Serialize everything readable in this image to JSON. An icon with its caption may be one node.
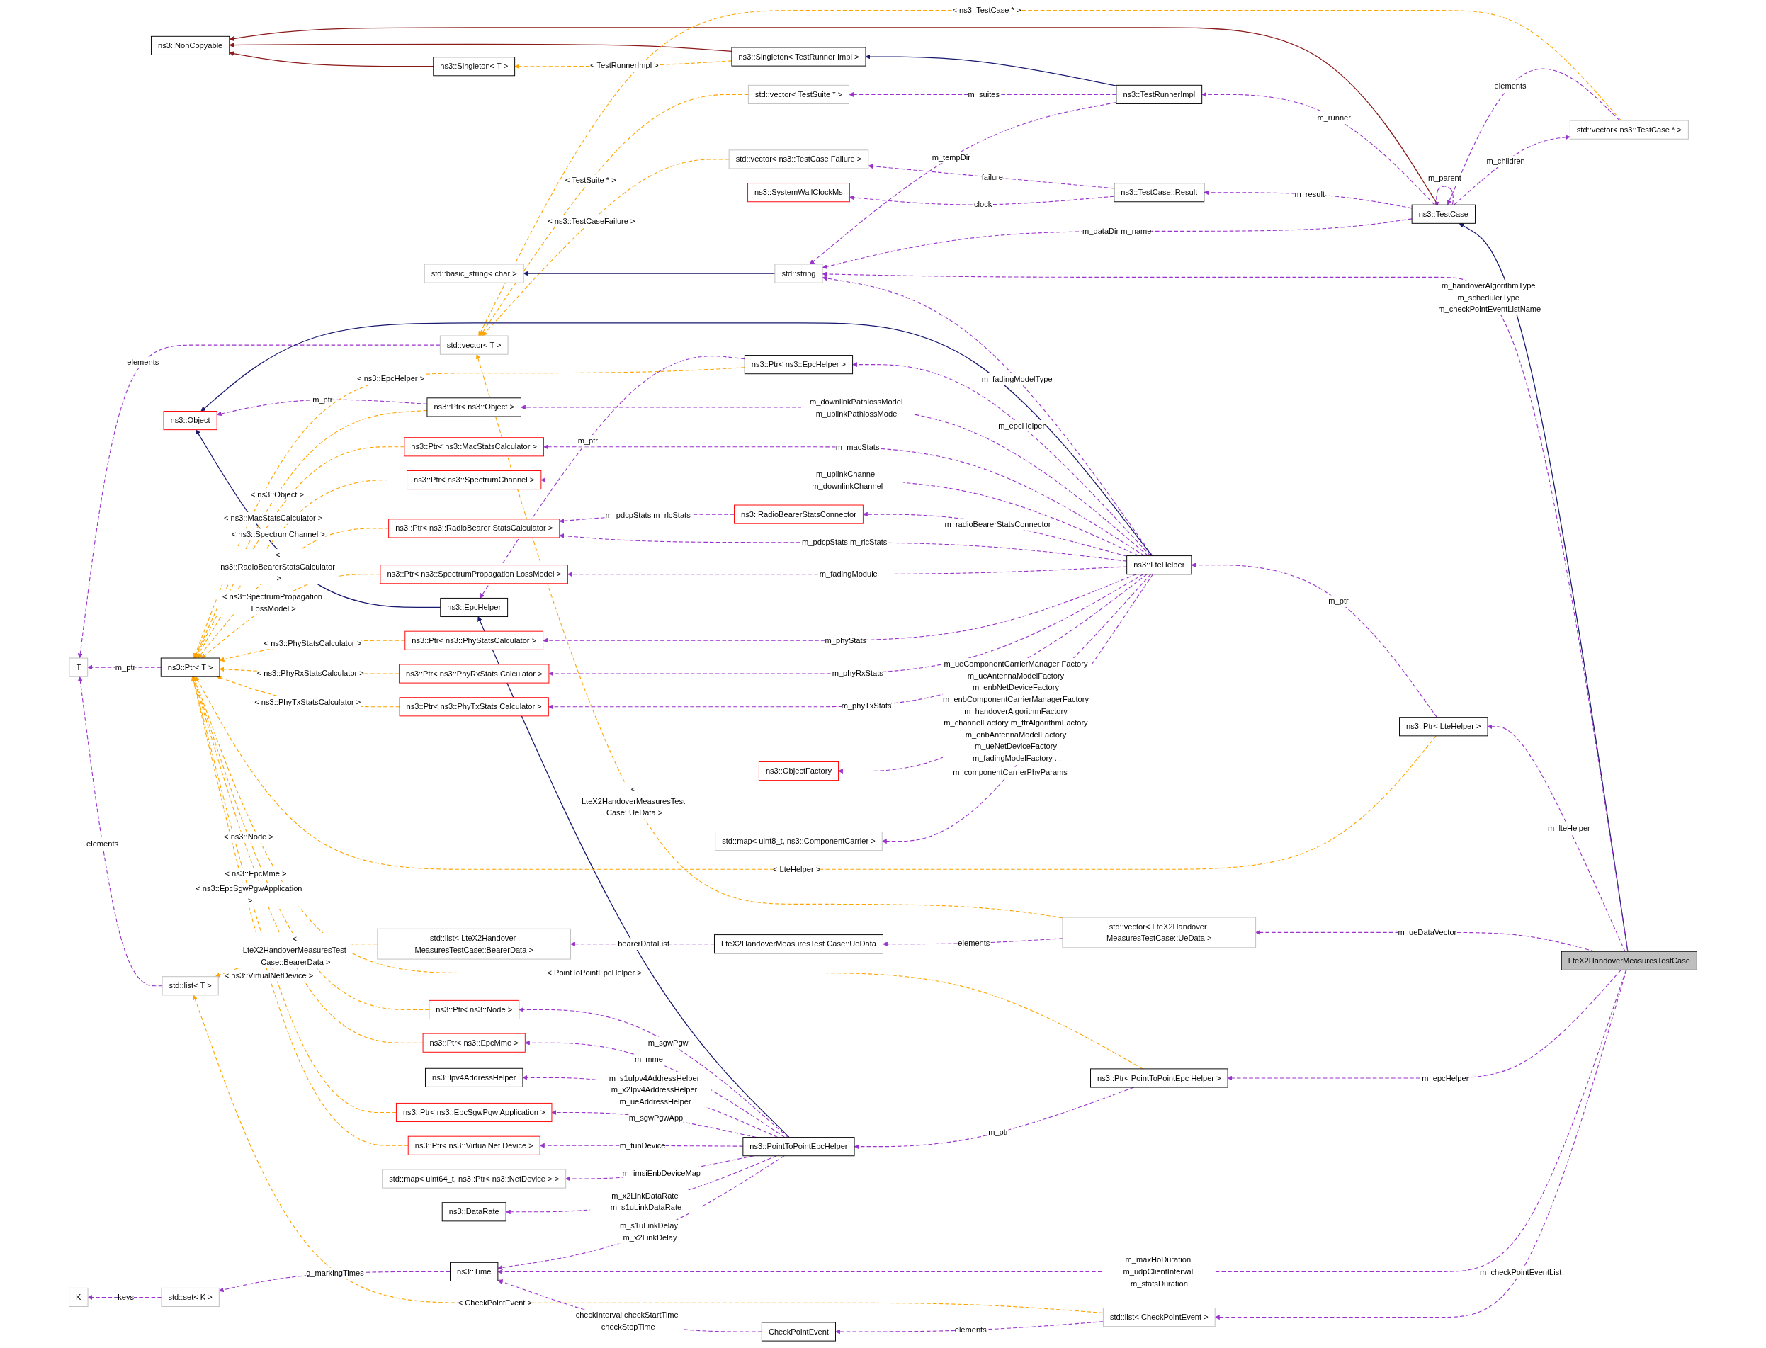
{
  "diagram": {
    "nodes": [
      {
        "text": [
          "ns3::NonCopyable"
        ]
      },
      {
        "text": [
          "ns3::Singleton< T >"
        ]
      },
      {
        "text": [
          "ns3::Singleton< TestRunner Impl >"
        ]
      },
      {
        "text": [
          "std::vector< ns3::TestCase * >"
        ]
      },
      {
        "text": [
          "std::vector< TestSuite * >"
        ]
      },
      {
        "text": [
          "ns3::TestRunnerImpl"
        ]
      },
      {
        "text": [
          "ns3::TestCase"
        ]
      },
      {
        "text": [
          "std::vector< T >"
        ]
      },
      {
        "text": [
          "std::vector< ns3::TestCase Failure >"
        ]
      },
      {
        "text": [
          "ns3::TestCase::Result"
        ]
      },
      {
        "text": [
          "ns3::SystemWallClockMs"
        ]
      },
      {
        "text": [
          "std::basic_string< char >"
        ]
      },
      {
        "text": [
          "std::string"
        ]
      },
      {
        "text": [
          "ns3::Object"
        ]
      },
      {
        "text": [
          "ns3::EpcHelper"
        ]
      },
      {
        "text": [
          "ns3::Ptr< ns3::EpcHelper >"
        ]
      },
      {
        "text": [
          "ns3::Ptr< ns3::Object >"
        ]
      },
      {
        "text": [
          "ns3::Ptr< ns3::MacStatsCalculator >"
        ]
      },
      {
        "text": [
          "ns3::Ptr< ns3::SpectrumChannel >"
        ]
      },
      {
        "text": [
          "ns3::RadioBearerStatsConnector"
        ]
      },
      {
        "text": [
          "ns3::Ptr< ns3::RadioBearer StatsCalculator >"
        ]
      },
      {
        "text": [
          "ns3::LteHelper"
        ]
      },
      {
        "text": [
          "ns3::Ptr< LteHelper >"
        ]
      },
      {
        "text": [
          "T"
        ]
      },
      {
        "text": [
          "ns3::Ptr< T >"
        ]
      },
      {
        "text": [
          "ns3::Ptr< ns3::SpectrumPropagation LossModel >"
        ]
      },
      {
        "text": [
          "ns3::Ptr< ns3::PhyStatsCalculator >"
        ]
      },
      {
        "text": [
          "ns3::Ptr< ns3::PhyRxStats Calculator >"
        ]
      },
      {
        "text": [
          "ns3::Ptr< ns3::PhyTxStats Calculator >"
        ]
      },
      {
        "text": [
          "ns3::Ptr< ns3::Node >"
        ]
      },
      {
        "text": [
          "ns3::ObjectFactory"
        ]
      },
      {
        "text": [
          "ns3::Ptr< ns3::EpcMme >"
        ]
      },
      {
        "text": [
          "std::list< LteX2Handover MeasuresTestCase::BearerData >"
        ]
      },
      {
        "text": [
          "std::map< uint8_t, ns3::ComponentCarrier >"
        ]
      },
      {
        "text": [
          "std::list< T >"
        ]
      },
      {
        "text": [
          "ns3::Ipv4AddressHelper"
        ]
      },
      {
        "text": [
          "ns3::Ptr< ns3::EpcSgwPgw Application >"
        ]
      },
      {
        "text": [
          "std::vector< LteX2Handover MeasuresTestCase::UeData >"
        ]
      },
      {
        "text": [
          "LteX2HandoverMeasuresTestCase"
        ]
      },
      {
        "text": [
          "LteX2HandoverMeasuresTest Case::UeData"
        ]
      },
      {
        "text": [
          "ns3::Ptr< ns3::VirtualNet Device >"
        ]
      },
      {
        "text": [
          "std::map< uint64_t, ns3::Ptr< ns3::NetDevice > >"
        ]
      },
      {
        "text": [
          "ns3::PointToPointEpcHelper"
        ]
      },
      {
        "text": [
          "ns3::Ptr< PointToPointEpc Helper >"
        ]
      },
      {
        "text": [
          "ns3::DataRate"
        ]
      },
      {
        "text": [
          "K"
        ]
      },
      {
        "text": [
          "std::set< K >"
        ]
      },
      {
        "text": [
          "ns3::Time"
        ]
      },
      {
        "text": [
          "CheckPointEvent"
        ]
      },
      {
        "text": [
          "std::list< CheckPointEvent >"
        ]
      }
    ],
    "edges": [
      {
        "from": 1,
        "to": 0,
        "arrow": "to",
        "color": "#8b1a1a"
      },
      {
        "from": 2,
        "to": 0,
        "arrow": "to",
        "color": "#8b1a1a"
      },
      {
        "from": 6,
        "to": 0,
        "arrow": "to",
        "color": "#8b1a1a"
      },
      {
        "from": 2,
        "to": 1,
        "label": "< TestRunnerImpl >",
        "arrow": "to",
        "style": "dashed",
        "color": "#ffa500"
      },
      {
        "from": 5,
        "to": 2,
        "arrow": "to",
        "color": "#191970"
      },
      {
        "from": 3,
        "to": 7,
        "label": "< ns3::TestCase * >",
        "arrow": "to",
        "style": "dashed",
        "color": "#ffa500"
      },
      {
        "from": 6,
        "to": 3,
        "label": "m_children",
        "arrow": "to",
        "style": "dashed"
      },
      {
        "from": 3,
        "to": 6,
        "label": "elements",
        "arrow": "to",
        "style": "dashed"
      },
      {
        "from": 5,
        "to": 4,
        "label": "m_suites",
        "arrow": "to",
        "style": "dashed"
      },
      {
        "from": 4,
        "to": 7,
        "label": "< TestSuite * >",
        "arrow": "to",
        "style": "dashed",
        "color": "#ffa500"
      },
      {
        "from": 6,
        "to": 5,
        "label": "m_runner",
        "arrow": "to",
        "style": "dashed"
      },
      {
        "from": 6,
        "to": 6,
        "label": "m_parent",
        "arrow": "to",
        "style": "dashed"
      },
      {
        "from": 6,
        "to": 9,
        "label": "m_result",
        "arrow": "to",
        "style": "dashed"
      },
      {
        "from": 38,
        "to": 6,
        "arrow": "to",
        "color": "#191970"
      },
      {
        "from": 8,
        "to": 7,
        "label": "< ns3::TestCaseFailure >",
        "arrow": "to",
        "style": "dashed",
        "color": "#ffa500"
      },
      {
        "from": 37,
        "to": 7,
        "label": "< LteX2HandoverMeasuresTest Case::UeData >",
        "arrow": "to",
        "style": "dashed",
        "color": "#ffa500"
      },
      {
        "from": 7,
        "to": 23,
        "label": "elements",
        "arrow": "to",
        "style": "dashed"
      },
      {
        "from": 9,
        "to": 8,
        "label": "failure",
        "arrow": "to",
        "style": "dashed"
      },
      {
        "from": 9,
        "to": 10,
        "label": "clock",
        "arrow": "to",
        "style": "dashed"
      },
      {
        "from": 12,
        "to": 11,
        "arrow": "to",
        "color": "#191970"
      },
      {
        "from": 5,
        "to": 12,
        "label": "m_tempDir",
        "arrow": "to",
        "style": "dashed"
      },
      {
        "from": 6,
        "to": 12,
        "label": "m_dataDir m_name",
        "arrow": "to",
        "style": "dashed"
      },
      {
        "from": 21,
        "to": 12,
        "label": "m_fadingModelType",
        "arrow": "to",
        "style": "dashed"
      },
      {
        "from": 38,
        "to": 12,
        "label": "m_handoverAlgorithmType m_schedulerType m_checkPointEventListName",
        "arrow": "to",
        "style": "dashed"
      },
      {
        "from": 21,
        "to": 13,
        "arrow": "to",
        "color": "#191970"
      },
      {
        "from": 14,
        "to": 13,
        "arrow": "to",
        "color": "#191970"
      },
      {
        "from": 16,
        "to": 13,
        "label": "m_ptr",
        "arrow": "to",
        "style": "dashed"
      },
      {
        "from": 15,
        "to": 14,
        "label": "m_ptr",
        "arrow": "to",
        "style": "dashed"
      },
      {
        "from": 42,
        "to": 14,
        "arrow": "to",
        "color": "#191970"
      },
      {
        "from": 21,
        "to": 15,
        "label": "m_epcHelper",
        "arrow": "to",
        "style": "dashed"
      },
      {
        "from": 21,
        "to": 16,
        "label": "m_downlinkPathlossModel m_uplinkPathlossModel",
        "arrow": "to",
        "style": "dashed"
      },
      {
        "from": 21,
        "to": 17,
        "label": "m_macStats",
        "arrow": "to",
        "style": "dashed"
      },
      {
        "from": 21,
        "to": 18,
        "label": "m_uplinkChannel m_downlinkChannel",
        "arrow": "to",
        "style": "dashed"
      },
      {
        "from": 21,
        "to": 19,
        "label": "m_radioBearerStatsConnector",
        "arrow": "to",
        "style": "dashed"
      },
      {
        "from": 19,
        "to": 20,
        "label": "m_pdcpStats m_rlcStats",
        "arrow": "to",
        "style": "dashed"
      },
      {
        "from": 21,
        "to": 20,
        "label": "m_pdcpStats m_rlcStats",
        "arrow": "to",
        "style": "dashed"
      },
      {
        "from": 22,
        "to": 21,
        "label": "m_ptr",
        "arrow": "to",
        "style": "dashed"
      },
      {
        "from": 38,
        "to": 22,
        "label": "m_lteHelper",
        "arrow": "to",
        "style": "dashed"
      },
      {
        "from": 24,
        "to": 23,
        "label": "m_ptr",
        "arrow": "to",
        "style": "dashed"
      },
      {
        "from": 34,
        "to": 23,
        "label": "elements",
        "arrow": "to",
        "style": "dashed"
      },
      {
        "from": 22,
        "to": 24,
        "label": "< LteHelper >",
        "arrow": "to",
        "style": "dashed",
        "color": "#ffa500"
      },
      {
        "from": 15,
        "to": 24,
        "label": "< ns3::EpcHelper >",
        "arrow": "to",
        "style": "dashed",
        "color": "#ffa500"
      },
      {
        "from": 16,
        "to": 24,
        "label": "< ns3::Object >",
        "arrow": "to",
        "style": "dashed",
        "color": "#ffa500"
      },
      {
        "from": 17,
        "to": 24,
        "label": "< ns3::MacStatsCalculator >",
        "arrow": "to",
        "style": "dashed",
        "color": "#ffa500"
      },
      {
        "from": 18,
        "to": 24,
        "label": "< ns3::SpectrumChannel >",
        "arrow": "to",
        "style": "dashed",
        "color": "#ffa500"
      },
      {
        "from": 20,
        "to": 24,
        "label": "< ns3::RadioBearerStatsCalculator >",
        "arrow": "to",
        "style": "dashed",
        "color": "#ffa500"
      },
      {
        "from": 25,
        "to": 24,
        "label": "< ns3::SpectrumPropagation LossModel >",
        "arrow": "to",
        "style": "dashed",
        "color": "#ffa500"
      },
      {
        "from": 26,
        "to": 24,
        "label": "< ns3::PhyStatsCalculator >",
        "arrow": "to",
        "style": "dashed",
        "color": "#ffa500"
      },
      {
        "from": 27,
        "to": 24,
        "label": "< ns3::PhyRxStatsCalculator >",
        "arrow": "to",
        "style": "dashed",
        "color": "#ffa500"
      },
      {
        "from": 28,
        "to": 24,
        "label": "< ns3::PhyTxStatsCalculator >",
        "arrow": "to",
        "style": "dashed",
        "color": "#ffa500"
      },
      {
        "from": 29,
        "to": 24,
        "label": "< ns3::Node >",
        "arrow": "to",
        "style": "dashed",
        "color": "#ffa500"
      },
      {
        "from": 31,
        "to": 24,
        "label": "< ns3::EpcMme >",
        "arrow": "to",
        "style": "dashed",
        "color": "#ffa500"
      },
      {
        "from": 36,
        "to": 24,
        "label": "< ns3::EpcSgwPgwApplication >",
        "arrow": "to",
        "style": "dashed",
        "color": "#ffa500"
      },
      {
        "from": 40,
        "to": 24,
        "label": "< ns3::VirtualNetDevice >",
        "arrow": "to",
        "style": "dashed",
        "color": "#ffa500"
      },
      {
        "from": 43,
        "to": 24,
        "label": "< PointToPointEpcHelper >",
        "arrow": "to",
        "style": "dashed",
        "color": "#ffa500"
      },
      {
        "from": 21,
        "to": 25,
        "label": "m_fadingModule",
        "arrow": "to",
        "style": "dashed"
      },
      {
        "from": 21,
        "to": 26,
        "label": "m_phyStats",
        "arrow": "to",
        "style": "dashed"
      },
      {
        "from": 21,
        "to": 27,
        "label": "m_phyRxStats",
        "arrow": "to",
        "style": "dashed"
      },
      {
        "from": 21,
        "to": 28,
        "label": "m_phyTxStats",
        "arrow": "to",
        "style": "dashed"
      },
      {
        "from": 42,
        "to": 29,
        "label": "m_sgwPgw",
        "arrow": "to",
        "style": "dashed"
      },
      {
        "from": 21,
        "to": 30,
        "label": "m_ueComponentCarrierManager Factory m_ueAntennaModelFactory m_enbNetDeviceFactory m_enbComponentCarrierManagerFactory m_handoverAlgorithmFactory m_channelFactory m_ffrAlgorithmFactory m_enbAntennaModelFactory m_ueNetDeviceFactory m_fadingModelFactory ...",
        "arrow": "to",
        "style": "dashed"
      },
      {
        "from": 42,
        "to": 31,
        "label": "m_mme",
        "arrow": "to",
        "style": "dashed"
      },
      {
        "from": 39,
        "to": 32,
        "label": "bearerDataList",
        "arrow": "to",
        "style": "dashed"
      },
      {
        "from": 21,
        "to": 33,
        "label": "m_componentCarrierPhyParams",
        "arrow": "to",
        "style": "dashed"
      },
      {
        "from": 32,
        "to": 34,
        "label": "< LteX2HandoverMeasuresTest Case::BearerData >",
        "arrow": "to",
        "style": "dashed",
        "color": "#ffa500"
      },
      {
        "from": 49,
        "to": 34,
        "label": "< CheckPointEvent >",
        "arrow": "to",
        "style": "dashed",
        "color": "#ffa500"
      },
      {
        "from": 42,
        "to": 35,
        "label": "m_s1uIpv4AddressHelper m_x2Ipv4AddressHelper m_ueAddressHelper",
        "arrow": "to",
        "style": "dashed"
      },
      {
        "from": 42,
        "to": 36,
        "label": "m_sgwPgwApp",
        "arrow": "to",
        "style": "dashed"
      },
      {
        "from": 38,
        "to": 37,
        "label": "m_ueDataVector",
        "arrow": "to",
        "style": "dashed"
      },
      {
        "from": 37,
        "to": 39,
        "label": "elements",
        "arrow": "to",
        "style": "dashed"
      },
      {
        "from": 42,
        "to": 40,
        "label": "m_tunDevice",
        "arrow": "to",
        "style": "dashed"
      },
      {
        "from": 42,
        "to": 41,
        "label": "m_imsiEnbDeviceMap",
        "arrow": "to",
        "style": "dashed"
      },
      {
        "from": 43,
        "to": 42,
        "label": "m_ptr",
        "arrow": "to",
        "style": "dashed"
      },
      {
        "from": 38,
        "to": 43,
        "label": "m_epcHelper",
        "arrow": "to",
        "style": "dashed"
      },
      {
        "from": 42,
        "to": 44,
        "label": "m_x2LinkDataRate m_s1uLinkDataRate",
        "arrow": "to",
        "style": "dashed"
      },
      {
        "from": 46,
        "to": 45,
        "label": "keys",
        "arrow": "to",
        "style": "dashed"
      },
      {
        "from": 47,
        "to": 46,
        "label": "g_markingTimes",
        "arrow": "to",
        "style": "dashed"
      },
      {
        "from": 42,
        "to": 47,
        "label": "m_s1uLinkDelay m_x2LinkDelay",
        "arrow": "to",
        "style": "dashed"
      },
      {
        "from": 38,
        "to": 47,
        "label": "m_maxHoDuration m_udpClientInterval m_statsDuration",
        "arrow": "to",
        "style": "dashed"
      },
      {
        "from": 48,
        "to": 47,
        "label": "checkInterval checkStartTime checkStopTime",
        "arrow": "to",
        "style": "dashed"
      },
      {
        "from": 49,
        "to": 48,
        "label": "elements",
        "arrow": "to",
        "style": "dashed"
      },
      {
        "from": 38,
        "to": 49,
        "label": "m_checkPointEventList",
        "arrow": "to",
        "style": "dashed"
      }
    ]
  }
}
